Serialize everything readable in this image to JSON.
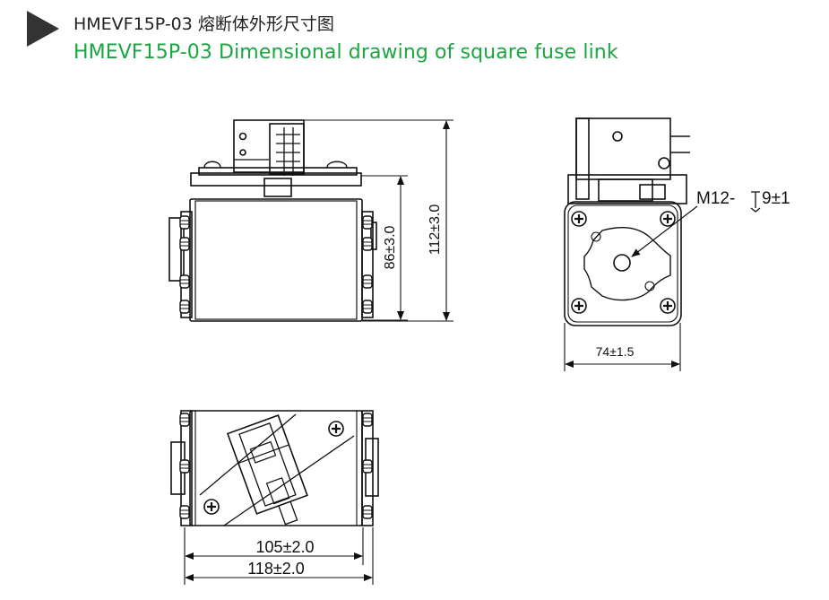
{
  "header": {
    "title_cn": "HMEVF15P-03  熔断体外形尺寸图",
    "title_en": "HMEVF15P-03 Dimensional drawing of square fuse link",
    "accent_color": "#1aa640",
    "marker_icon": "triangle-right-icon"
  },
  "front_view": {
    "dim_body_height": "86±3.0",
    "dim_total_height": "112±3.0"
  },
  "side_view": {
    "thread_label": "M12-",
    "depth_label": "9±1",
    "dim_width": "74±1.5"
  },
  "bottom_view": {
    "dim_inner_length": "105±2.0",
    "dim_total_length": "118±2.0"
  }
}
